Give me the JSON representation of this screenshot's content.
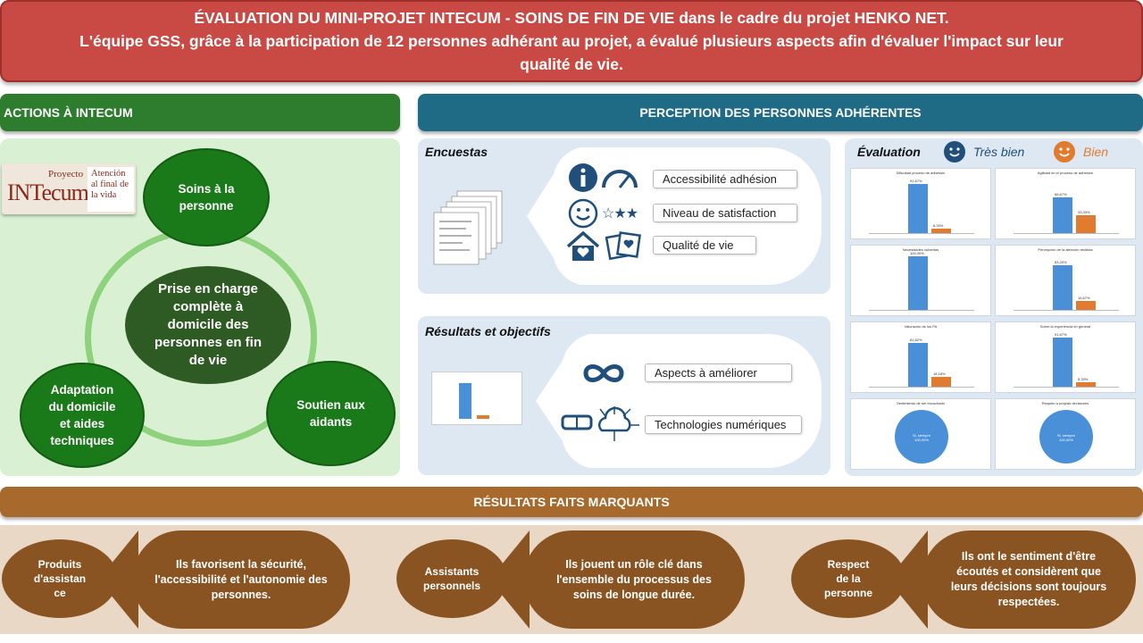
{
  "title": {
    "line1": "ÉVALUATION DU MINI-PROJET INTECUM - SOINS DE FIN DE VIE dans le cadre du projet HENKO NET.",
    "line2": "L'équipe GSS, grâce à la participation de 12 personnes adhérant au projet, a évalué plusieurs aspects afin d'évaluer l'impact sur leur",
    "line3": "qualité de vie."
  },
  "actions": {
    "header": "ACTIONS À INTECUM",
    "logo": {
      "proyecto": "Proyecto",
      "name": "INTecum",
      "side": "Atención al final de la vida"
    },
    "circles": {
      "soins": "Soins à la personne",
      "center": "Prise en charge complète à domicile des personnes en fin de vie",
      "adaptation": "Adaptation du domicile et aides techniques",
      "soutien": "Soutien aux aidants"
    }
  },
  "perception": {
    "header": "PERCEPTION DES PERSONNES ADHÉRENTES",
    "encuestas": {
      "title": "Encuestas",
      "items": [
        "Accessibilité adhésion",
        "Niveau de satisfaction",
        "Qualité de vie"
      ]
    },
    "resultats": {
      "title": "Résultats et objectifs",
      "items": [
        "Aspects à améliorer",
        "Technologies numériques"
      ]
    },
    "evaluation": {
      "title": "Évaluation",
      "legend_tres_bien": "Très bien",
      "legend_bien": "Bien",
      "colors": {
        "tres_bien": "#1f4f7a",
        "bien": "#e07b2f"
      }
    }
  },
  "chart_data": [
    {
      "type": "bar",
      "title": "Dificultad proceso de adhesión",
      "values": [
        91.67,
        8.33
      ],
      "labels": [
        "91,67%",
        "8,33%"
      ]
    },
    {
      "type": "bar",
      "title": "Agilidad en el proceso de adhesión",
      "values": [
        66.67,
        33.33
      ],
      "labels": [
        "66,67%",
        "33,33%"
      ]
    },
    {
      "type": "bar",
      "title": "Necesidades cubiertas",
      "values": [
        100
      ],
      "labels": [
        "100,00%"
      ]
    },
    {
      "type": "bar",
      "title": "Percepción de la atención recibida",
      "values": [
        83.33,
        16.67
      ],
      "labels": [
        "83,33%",
        "16,67%"
      ]
    },
    {
      "type": "bar",
      "title": "Valoración de los PA",
      "values": [
        81.82,
        18.18
      ],
      "labels": [
        "81,82%",
        "18,18%"
      ]
    },
    {
      "type": "bar",
      "title": "Sobre la experiencia en general",
      "values": [
        91.67,
        8.33
      ],
      "labels": [
        "91,67%",
        "8,33%"
      ]
    },
    {
      "type": "pie",
      "title": "Sentimiento de ser escuchado",
      "values": [
        100
      ],
      "labels": [
        "Si, siempre 100,00%"
      ]
    },
    {
      "type": "pie",
      "title": "Respeto a propias decisiones",
      "values": [
        100
      ],
      "labels": [
        "Si, siempre 100,00%"
      ]
    }
  ],
  "resultats_faits": {
    "header": "RÉSULTATS FAITS MARQUANTS",
    "blocks": [
      {
        "left": "Produits d'assistan ce",
        "right": "Ils favorisent la sécurité, l'accessibilité et l'autonomie des personnes."
      },
      {
        "left": "Assistants personnels",
        "right": "Ils jouent un rôle clé dans l'ensemble du processus des soins de longue durée."
      },
      {
        "left": "Respect de la personne",
        "right": "Ils ont le sentiment d'être écoutés et considèrent que leurs décisions sont toujours respectées."
      }
    ]
  }
}
